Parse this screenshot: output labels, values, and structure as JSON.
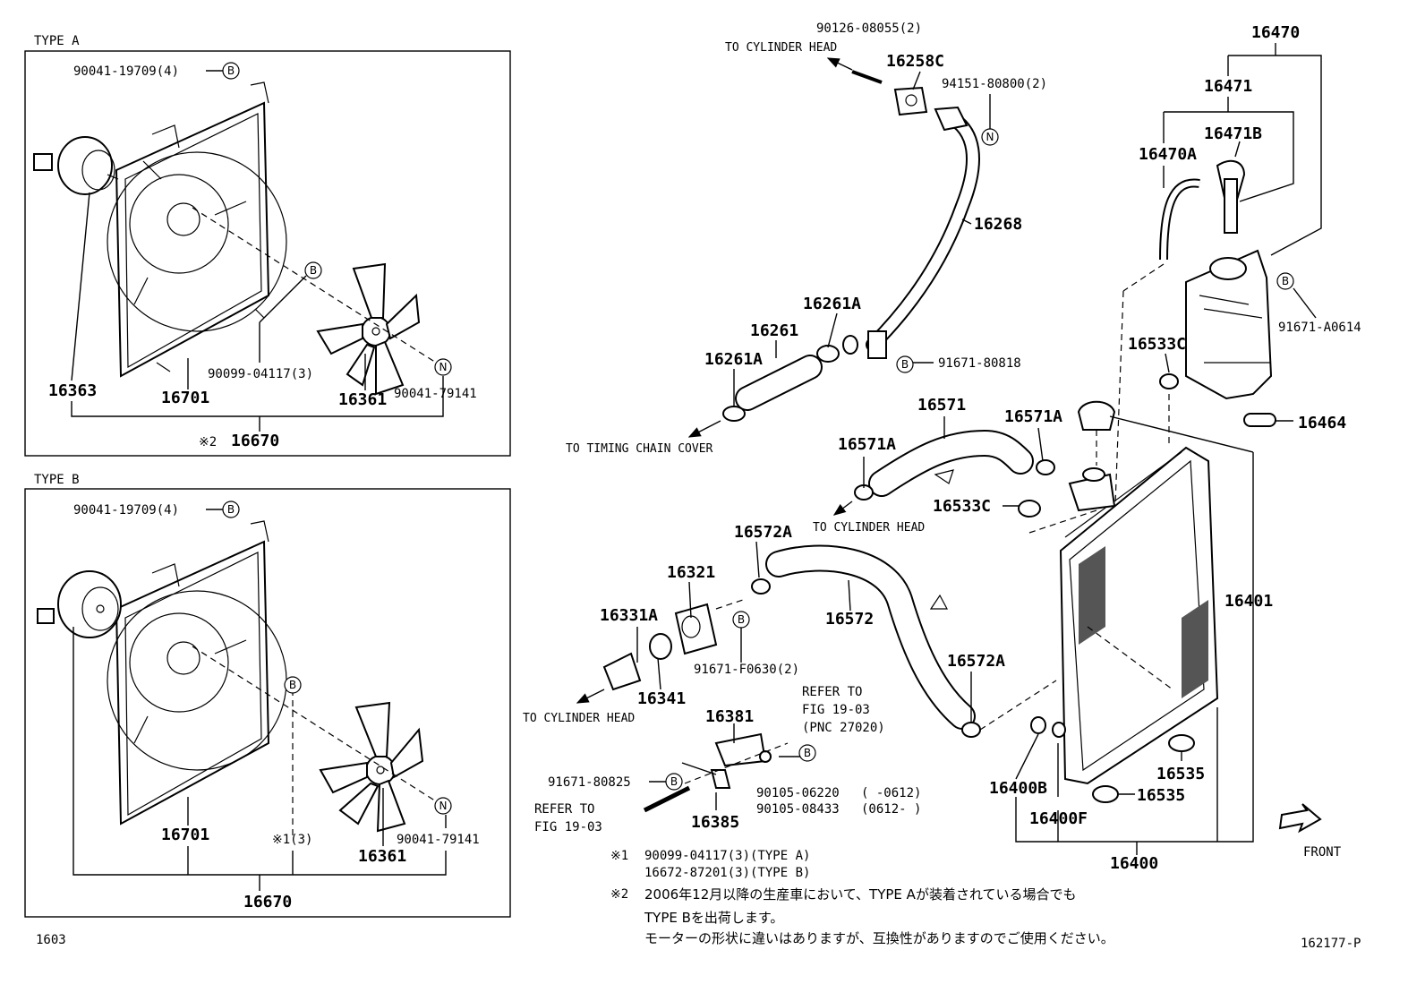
{
  "type_a": {
    "header": "TYPE A",
    "bolt_b": "90041-19709(4)",
    "shroud": "16701",
    "fan": "16361",
    "screw": "90099-04117(3)",
    "nut": "90041-79141",
    "motor": "16363",
    "assy_mark": "※2",
    "assy": "16670"
  },
  "type_b": {
    "header": "TYPE B",
    "bolt_b": "90041-19709(4)",
    "shroud": "16701",
    "fan": "16361",
    "screw_note": "※1(3)",
    "nut": "90041-79141",
    "assy": "16670"
  },
  "labels": {
    "bolt_cyl": "90126-08055(2)",
    "to_cyl_head_top": "TO CYLINDER HEAD",
    "gasket": "16258C",
    "clip_n": "94151-80800(2)",
    "pipe": "16268",
    "clamp_261a_top": "16261A",
    "hose_261": "16261",
    "clamp_261a_low": "16261A",
    "bracket_b": "91671-80818",
    "to_timing": "TO TIMING CHAIN COVER",
    "tank": "16470",
    "cap_assy": "16471",
    "cap_b": "16471B",
    "tank_hose": "16470A",
    "tank_bolt": "91671-A0614",
    "grommet_top": "16533C",
    "tank_cushion": "16464",
    "hose_571": "16571",
    "clamp_571a_r": "16571A",
    "clamp_571a_l": "16571A",
    "to_cyl_head_mid": "TO CYLINDER HEAD",
    "grommet_mid": "16533C",
    "clamp_572a_top": "16572A",
    "inlet": "16321",
    "hose_572": "16572",
    "gasket_331a": "16331A",
    "bolt_f0630": "91671-F0630(2)",
    "clamp_572a_low": "16572A",
    "ring_341": "16341",
    "to_cyl_head_low": "TO CYLINDER HEAD",
    "refer_1": "REFER TO",
    "refer_2": "FIG 19-03",
    "refer_3": "(PNC 27020)",
    "bracket_381": "16381",
    "bolt_80825": "91671-80825",
    "refer_left_1": "REFER TO",
    "refer_left_2": "FIG 19-03",
    "stay_385": "16385",
    "bolt_06220": "90105-06220",
    "bolt_06220_range": "(      -0612)",
    "bolt_08433": "90105-08433",
    "bolt_08433_range": "(0612-      )",
    "radiator": "16401",
    "drain_b": "16400B",
    "drain_f": "16400F",
    "cushion_535_a": "16535",
    "cushion_535_b": "16535",
    "radiator_assy": "16400",
    "front": "FRONT"
  },
  "callout": {
    "B": "B",
    "N": "N"
  },
  "notes": {
    "n1_mark": "※1",
    "n1_line1": "90099-04117(3)(TYPE A)",
    "n1_line2": "16672-87201(3)(TYPE B)",
    "n2_mark": "※2",
    "n2_line1": "2006年12月以降の生産車において、TYPE Aが装着されている場合でも",
    "n2_line2": "TYPE Bを出荷します。",
    "n2_line3": "モーターの形状に違いはありますが、互換性がありますのでご使用ください。"
  },
  "footer": {
    "page": "1603",
    "figure_id": "162177-P"
  }
}
